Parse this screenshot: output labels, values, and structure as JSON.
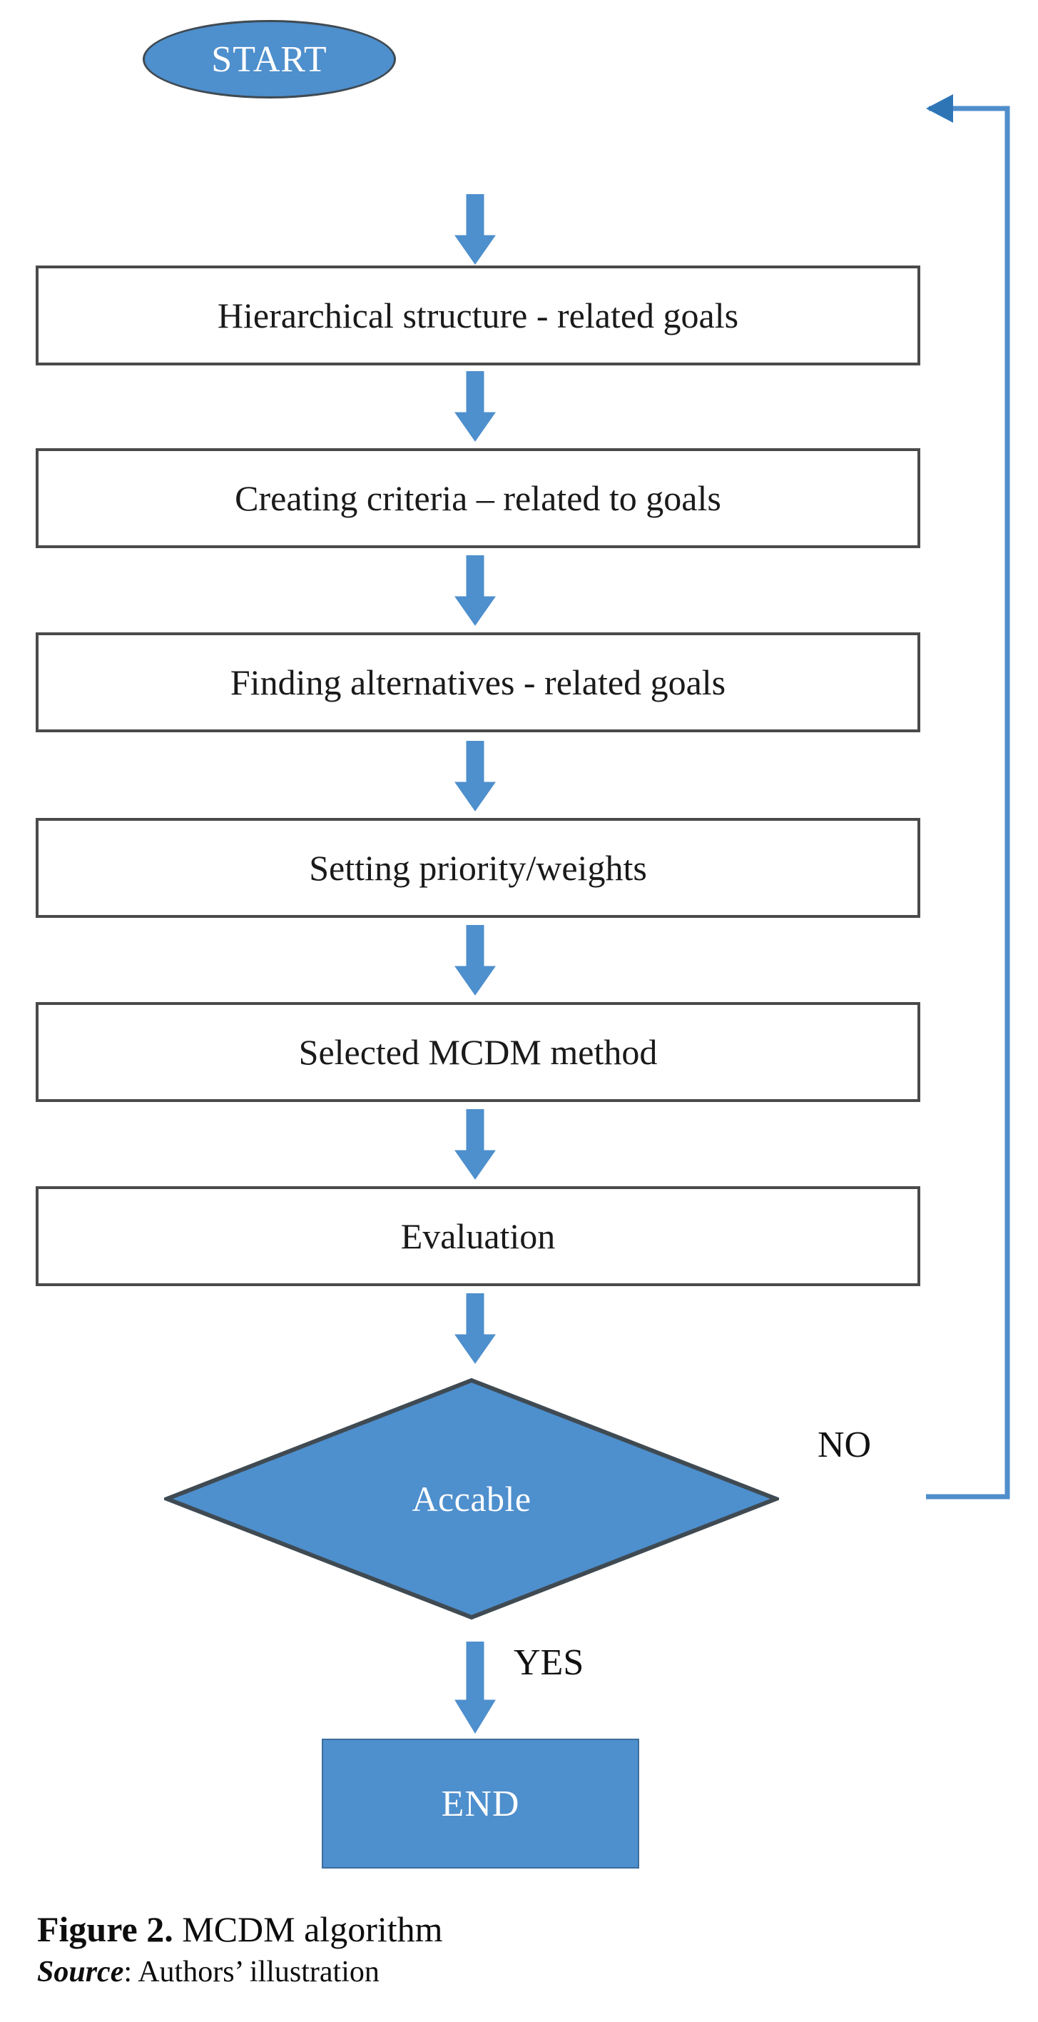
{
  "figure": {
    "caption_label": "Figure 2.",
    "caption_title": " MCDM algorithm",
    "source_label": "Source",
    "source_text": ": Authors’ illustration"
  },
  "colors": {
    "accent_blue": "#4E8FCD",
    "arrow_blue": "#4E8FCD",
    "connector_blue": "#4F8ECB",
    "box_border": "#4A4A4A",
    "shape_outline": "#3F4A52",
    "text_dark": "#1a1a1a",
    "text_light": "#ffffff",
    "background": "#ffffff"
  },
  "chart_data": {
    "type": "diagram",
    "title": "MCDM algorithm",
    "nodes": [
      {
        "id": "start",
        "shape": "ellipse",
        "label": "START"
      },
      {
        "id": "hierarchy",
        "shape": "process",
        "label": "Hierarchical structure - related goals"
      },
      {
        "id": "criteria",
        "shape": "process",
        "label": "Creating criteria – related to goals"
      },
      {
        "id": "alternatives",
        "shape": "process",
        "label": "Finding alternatives - related goals"
      },
      {
        "id": "priority",
        "shape": "process",
        "label": "Setting priority/weights"
      },
      {
        "id": "method",
        "shape": "process",
        "label": "Selected MCDM method"
      },
      {
        "id": "evaluation",
        "shape": "process",
        "label": "Evaluation"
      },
      {
        "id": "accable",
        "shape": "decision",
        "label": "Accable"
      },
      {
        "id": "end",
        "shape": "terminator",
        "label": "END"
      }
    ],
    "edges": [
      {
        "from": "start",
        "to": "hierarchy",
        "label": ""
      },
      {
        "from": "hierarchy",
        "to": "criteria",
        "label": ""
      },
      {
        "from": "criteria",
        "to": "alternatives",
        "label": ""
      },
      {
        "from": "alternatives",
        "to": "priority",
        "label": ""
      },
      {
        "from": "priority",
        "to": "method",
        "label": ""
      },
      {
        "from": "method",
        "to": "evaluation",
        "label": ""
      },
      {
        "from": "evaluation",
        "to": "accable",
        "label": ""
      },
      {
        "from": "accable",
        "to": "end",
        "label": "YES"
      },
      {
        "from": "accable",
        "to": "start",
        "label": "NO"
      }
    ]
  },
  "nodes": {
    "start": {
      "label": "START"
    },
    "hierarchy": {
      "label": "Hierarchical structure - related goals"
    },
    "criteria": {
      "label": "Creating criteria – related to goals"
    },
    "alternatives": {
      "label": "Finding alternatives - related goals"
    },
    "priority": {
      "label": "Setting priority/weights"
    },
    "method": {
      "label": "Selected MCDM method"
    },
    "evaluation": {
      "label": "Evaluation"
    },
    "decision": {
      "label": "Accable"
    },
    "end": {
      "label": "END"
    }
  },
  "branches": {
    "no_label": "NO",
    "yes_label": "YES"
  }
}
